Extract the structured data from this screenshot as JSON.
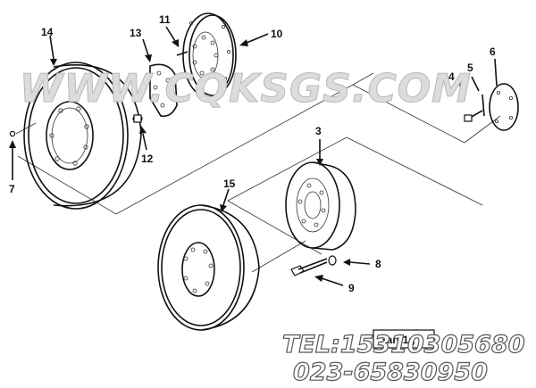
{
  "callouts": {
    "c1": "3",
    "c2": "4",
    "c3": "5",
    "c4": "6",
    "c5": "7",
    "c6": "8",
    "c7": "9",
    "c8": "10",
    "c9": "11",
    "c10": "12",
    "c11": "13",
    "c12": "14",
    "c13": "15"
  },
  "watermark": {
    "site": "WWW.CQKSGS.COM",
    "tel": "TEL:15310305680",
    "phone": "023-65830950"
  },
  "boxed_label": "3ar01g"
}
